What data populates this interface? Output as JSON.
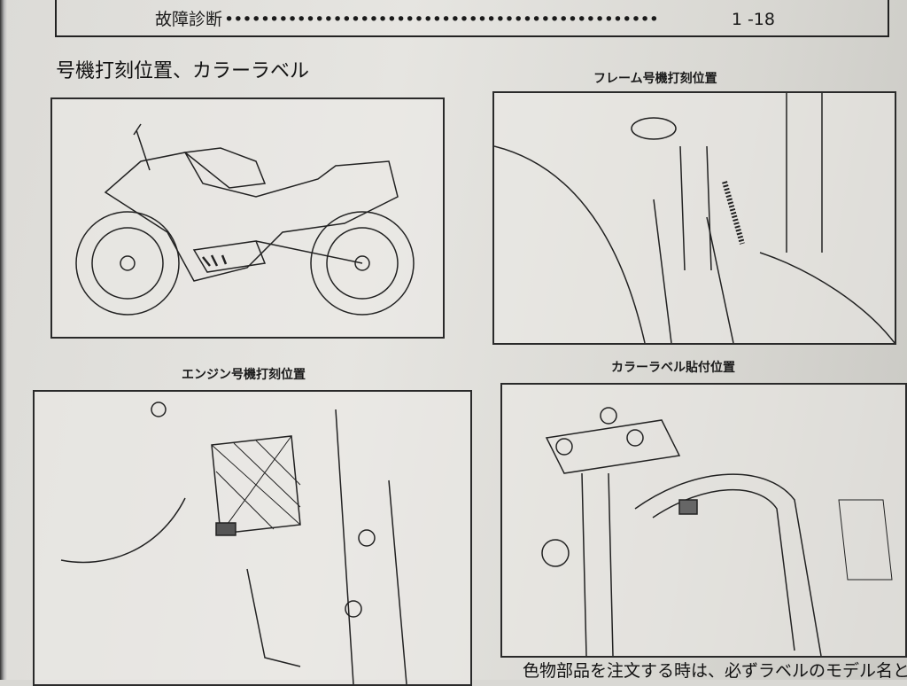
{
  "header": {
    "toc_entry": "故障診断",
    "toc_dots": "••••••••••••••••••••••••••••••••••••••••••••••••",
    "page_ref": "1 -18"
  },
  "section_title": "号機打刻位置、カラーラベル",
  "figures": {
    "motorcycle": {
      "caption": ""
    },
    "frame": {
      "caption": "フレーム号機打刻位置"
    },
    "engine": {
      "caption": "エンジン号機打刻位置"
    },
    "color_label": {
      "caption": "カラーラベル貼付位置"
    }
  },
  "footer_text": "色物部品を注文する時は、必ずラベルのモデル名とカ"
}
